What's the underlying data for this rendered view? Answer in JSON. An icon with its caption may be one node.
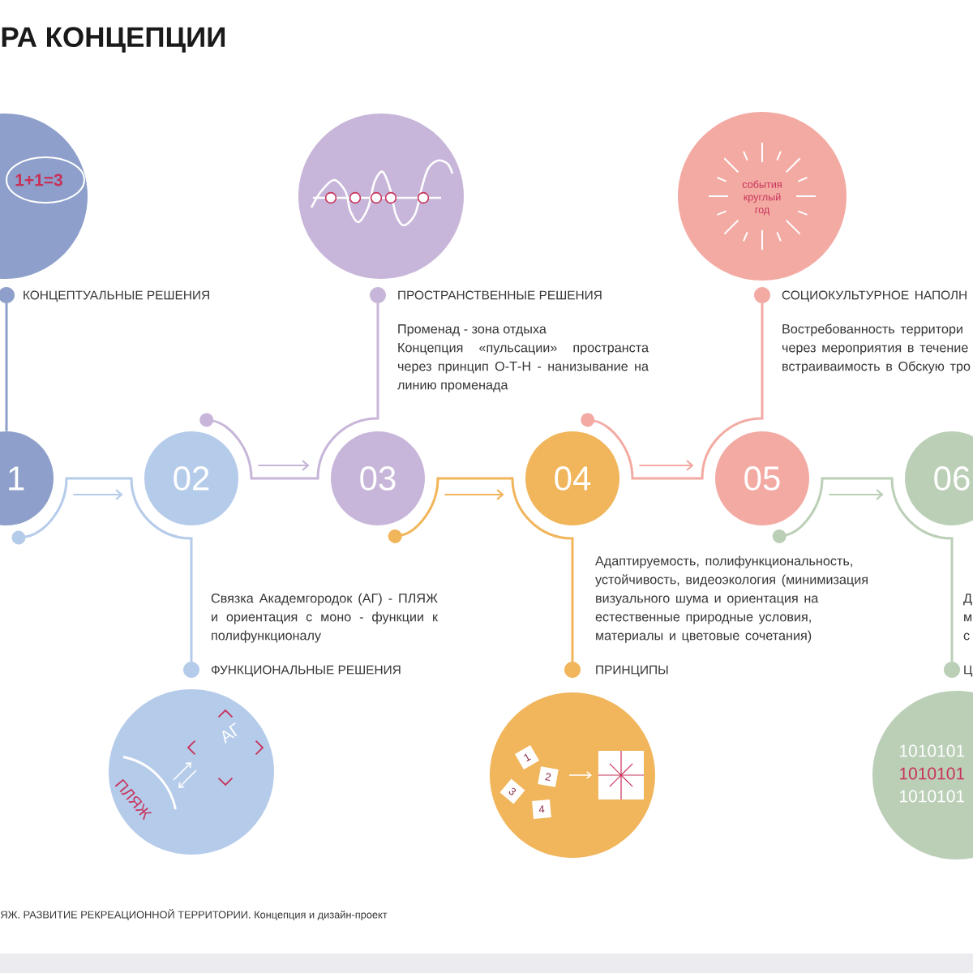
{
  "diagram": {
    "title": "РА КОНЦЕПЦИИ",
    "nodes": [
      {
        "text": [
          "1+1=3"
        ]
      },
      {
        "text": [
          "КОНЦЕПТУАЛЬНЫЕ РЕШЕНИЯ"
        ]
      },
      {
        "text": [],
        "shape": "circle"
      },
      {
        "text": [
          "ПРОСТРАНСТВЕННЫЕ РЕШЕНИЯ",
          "Променад - зона отдыха",
          "Концепция «пульсации» пространста через принцип О-Т-Н - нанизывание на линию променада"
        ]
      },
      {
        "text": [
          "события круглый год"
        ]
      },
      {
        "text": [
          "СОЦИОКУЛЬТУРНОЕ НАПОЛН",
          "Востребованность территори через мероприятия в течение встраиваимость в Обскую тро"
        ]
      },
      {
        "text": [
          "1"
        ]
      },
      {
        "text": [
          "02"
        ]
      },
      {
        "text": [
          "03"
        ]
      },
      {
        "text": [
          "04"
        ]
      },
      {
        "text": [
          "05"
        ]
      },
      {
        "text": [
          "06"
        ]
      },
      {
        "text": [
          "Связка Академгородок (АГ) - ПЛЯЖ и ориентация с моно - функции к полифункционалу",
          "ФУНКЦИОНАЛЬНЫЕ РЕШЕНИЯ"
        ]
      },
      {
        "text": [
          "Адаптируемость, полифункциональность, устойчивость, видеоэкология (минимизация визуального шума и ориентация на естественные природные условия, материалы и цветовые сочетания)",
          "ПРИНЦИПЫ"
        ]
      },
      {
        "text": [
          "Д м с",
          "Ц"
        ]
      },
      {
        "text": [
          "АГ",
          "ПЛЯЖ"
        ]
      },
      {
        "text": [
          "1",
          "2",
          "3",
          "4"
        ]
      },
      {
        "text": [
          "1010101",
          "1010101",
          "1010101"
        ]
      }
    ],
    "edges": [
      {
        "from": 6,
        "to": 7,
        "arrow": "to",
        "color": "#b5cbea"
      },
      {
        "from": 7,
        "to": 8,
        "arrow": "to",
        "color": "#c7b6d9"
      },
      {
        "from": 8,
        "to": 9,
        "arrow": "to",
        "color": "#f1b55b"
      },
      {
        "from": 9,
        "to": 10,
        "arrow": "to",
        "color": "#f3aaa3"
      },
      {
        "from": 10,
        "to": 11,
        "arrow": "to",
        "color": "#bbcfb7"
      },
      {
        "from": 6,
        "to": 1,
        "arrow": "none",
        "color": "#8d9fca"
      },
      {
        "from": 7,
        "to": 3,
        "arrow": "other",
        "color": "#c7b6d9"
      },
      {
        "from": 9,
        "to": 5,
        "arrow": "other",
        "color": "#f3aaa3"
      },
      {
        "from": 6,
        "to": 12,
        "arrow": "other",
        "color": "#b5cbea"
      },
      {
        "from": 8,
        "to": 13,
        "arrow": "other",
        "color": "#f1b55b"
      },
      {
        "from": 10,
        "to": 14,
        "arrow": "other",
        "color": "#bbcfb7"
      }
    ],
    "labels": [
      "ЯЖ. РАЗВИТИЕ РЕКРЕАЦИОННОЙ ТЕРРИТОРИИ. Концепция и дизайн-проект"
    ]
  }
}
